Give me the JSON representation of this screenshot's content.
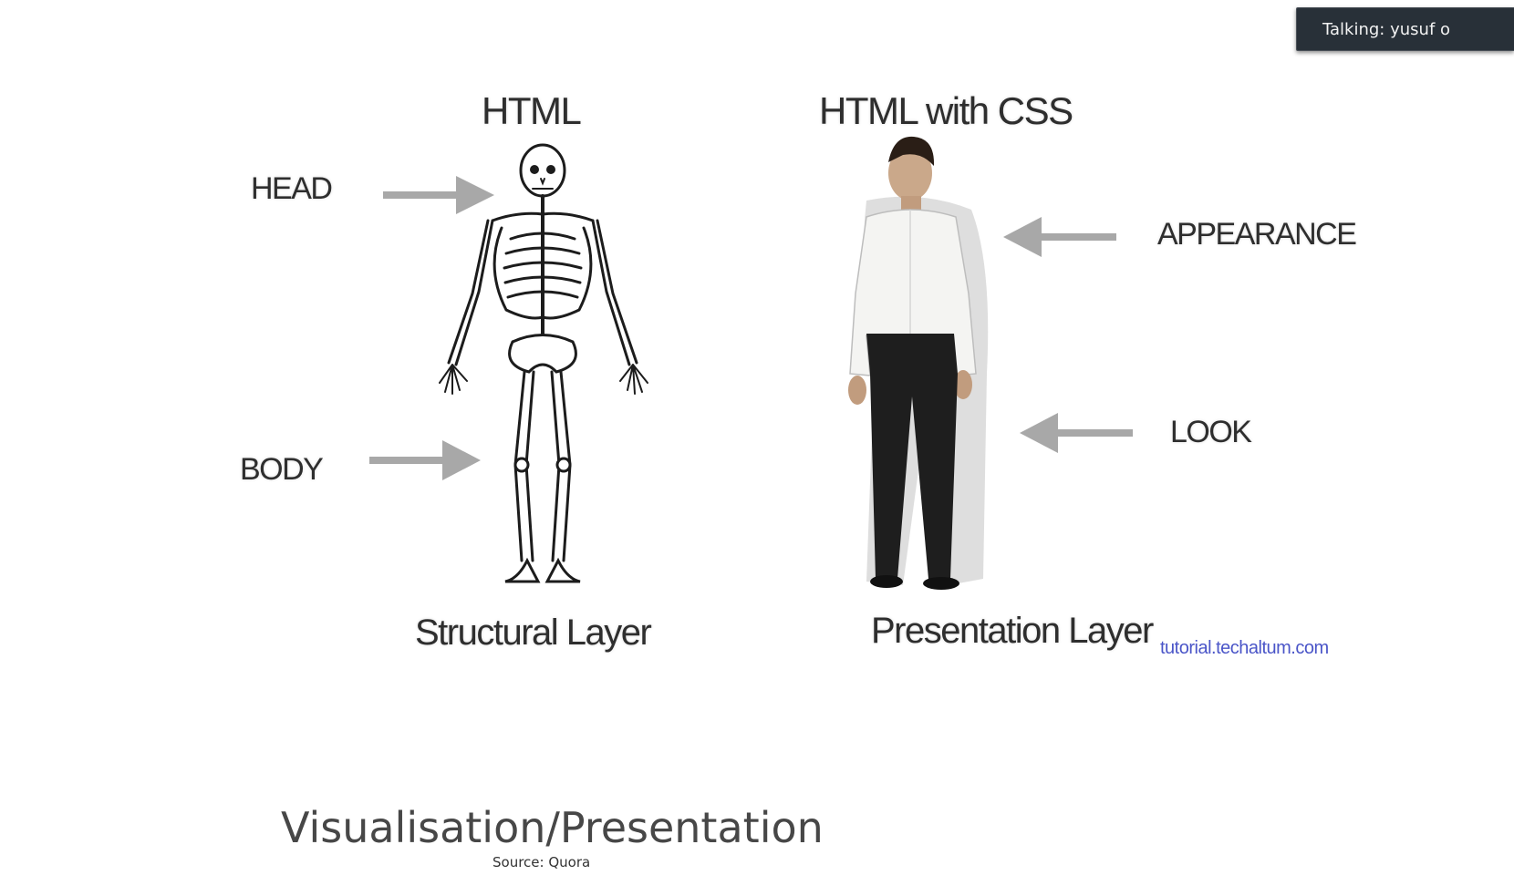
{
  "banner": {
    "text": "Talking: yusuf o"
  },
  "image": {
    "left_title": "HTML",
    "right_title": "HTML with CSS",
    "head_label": "HEAD",
    "body_label": "BODY",
    "appearance_label": "APPEARANCE",
    "look_label": "LOOK",
    "structural_caption": "Structural Layer",
    "presentation_caption": "Presentation Layer",
    "watermark": "tutorial.techaltum.com",
    "left_figure": "skeleton",
    "right_figure": "man-in-white-shirt"
  },
  "slide": {
    "title": "Visualisation/Presentation",
    "source": "Source: Quora"
  },
  "colors": {
    "banner_bg": "#283038",
    "banner_text": "#f2f2f2",
    "arrow": "#a8a8a8",
    "title_text": "#474747",
    "watermark": "#4a55c8"
  }
}
